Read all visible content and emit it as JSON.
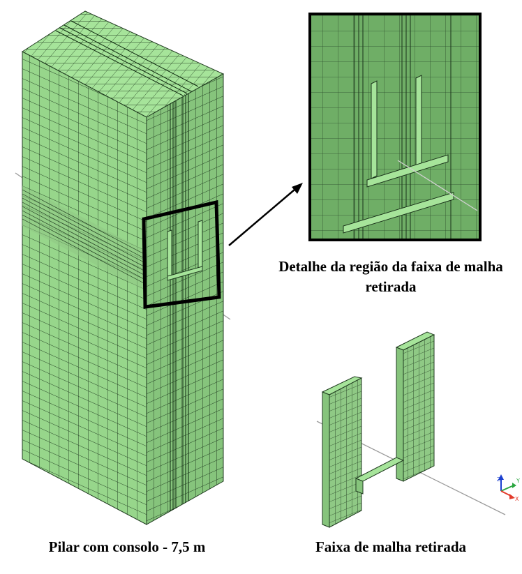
{
  "captions": {
    "main": "Pilar com consolo - 7,5 m",
    "detail": "Detalhe da região da faixa de malha retirada",
    "strip": "Faixa de malha retirada"
  },
  "axis_triad": {
    "x": "X",
    "y": "Y",
    "z": "Z"
  },
  "colors": {
    "mesh_face": "#a6e49a",
    "mesh_face_dark": "#8fc985",
    "mesh_side": "#86c47c",
    "mesh_line": "#1f3a1f",
    "background": "#ffffff",
    "highlight_frame": "#000000",
    "axis_x": "#e23a2a",
    "axis_y": "#2ba640",
    "axis_z": "#1b3fcf"
  }
}
